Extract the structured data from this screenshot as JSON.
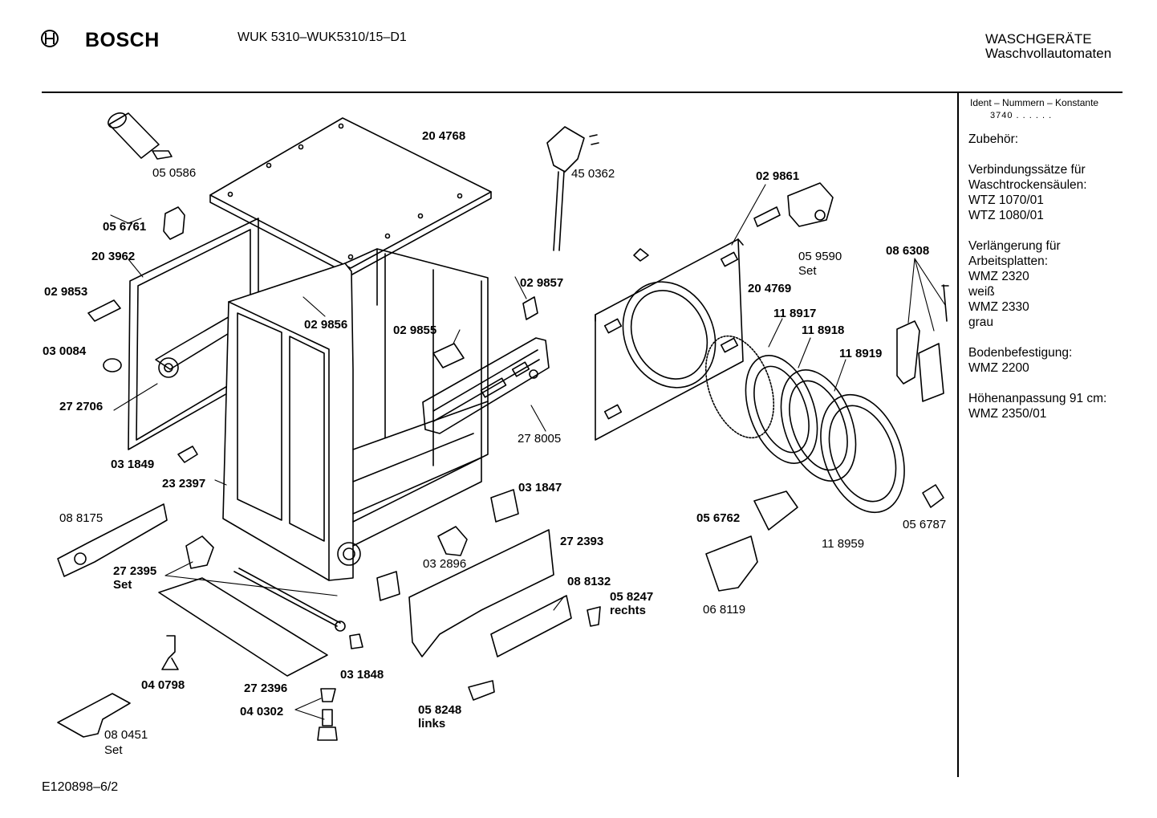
{
  "header": {
    "brand": "BOSCH",
    "model": "WUK 5310–WUK5310/15–D1",
    "category": "WASCHGERÄTE",
    "subcategory": "Waschvollautomaten"
  },
  "footer": {
    "code": "E120898–6/2"
  },
  "sidebar": {
    "ident_label": "Ident – Nummern – Konstante",
    "ident_value": "3740 . . . . . .",
    "lines": [
      "Zubehör:",
      "",
      "Verbindungssätze für",
      "Waschtrockensäulen:",
      "WTZ 1070/01",
      "WTZ 1080/01",
      "",
      "Verlängerung für",
      "Arbeitsplatten:",
      "WMZ 2320",
      "weiß",
      "WMZ 2330",
      "grau",
      "",
      "Bodenbefestigung:",
      "WMZ 2200",
      "",
      "Höhenanpassung 91 cm:",
      "WMZ 2350/01"
    ]
  },
  "parts": [
    {
      "id": "p204768",
      "text": "20 4768",
      "bold": true
    },
    {
      "id": "p050586",
      "text": "05 0586",
      "bold": false
    },
    {
      "id": "p450362",
      "text": "45 0362",
      "bold": false
    },
    {
      "id": "p029861",
      "text": "02 9861",
      "bold": true
    },
    {
      "id": "p056761",
      "text": "05 6761",
      "bold": true
    },
    {
      "id": "p059590",
      "text": "05 9590",
      "bold": false
    },
    {
      "id": "p059590set",
      "text": "Set",
      "bold": false
    },
    {
      "id": "p203962",
      "text": "20 3962",
      "bold": true
    },
    {
      "id": "p086308",
      "text": "08 6308",
      "bold": true
    },
    {
      "id": "p029853",
      "text": "02 9853",
      "bold": true
    },
    {
      "id": "p029857",
      "text": "02 9857",
      "bold": true
    },
    {
      "id": "p204769",
      "text": "20 4769",
      "bold": true
    },
    {
      "id": "p029856",
      "text": "02 9856",
      "bold": true
    },
    {
      "id": "p118917",
      "text": "11 8917",
      "bold": true
    },
    {
      "id": "p029855",
      "text": "02 9855",
      "bold": true
    },
    {
      "id": "p118918",
      "text": "11 8918",
      "bold": true
    },
    {
      "id": "p030084",
      "text": "03 0084",
      "bold": true
    },
    {
      "id": "p118919",
      "text": "11 8919",
      "bold": true
    },
    {
      "id": "p272706",
      "text": "27 2706",
      "bold": true
    },
    {
      "id": "p278005",
      "text": "27 8005",
      "bold": false
    },
    {
      "id": "p031849",
      "text": "03 1849",
      "bold": true
    },
    {
      "id": "p232397",
      "text": "23 2397",
      "bold": true
    },
    {
      "id": "p031847",
      "text": "03 1847",
      "bold": true
    },
    {
      "id": "p088175",
      "text": "08 8175",
      "bold": false
    },
    {
      "id": "p056762",
      "text": "05 6762",
      "bold": true
    },
    {
      "id": "p056787",
      "text": "05 6787",
      "bold": false
    },
    {
      "id": "p272393",
      "text": "27 2393",
      "bold": true
    },
    {
      "id": "p118959",
      "text": "11 8959",
      "bold": false
    },
    {
      "id": "p032896",
      "text": "03 2896",
      "bold": false
    },
    {
      "id": "p272395",
      "text": "27 2395",
      "bold": true
    },
    {
      "id": "p272395set",
      "text": "Set",
      "bold": true
    },
    {
      "id": "p088132",
      "text": "08 8132",
      "bold": true
    },
    {
      "id": "p058247",
      "text": "05 8247",
      "bold": true
    },
    {
      "id": "p058247r",
      "text": "rechts",
      "bold": true
    },
    {
      "id": "p068119",
      "text": "06 8119",
      "bold": false
    },
    {
      "id": "p040798",
      "text": "04 0798",
      "bold": true
    },
    {
      "id": "p031848",
      "text": "03 1848",
      "bold": true
    },
    {
      "id": "p272396",
      "text": "27 2396",
      "bold": true
    },
    {
      "id": "p040302",
      "text": "04 0302",
      "bold": true
    },
    {
      "id": "p058248",
      "text": "05 8248",
      "bold": true
    },
    {
      "id": "p058248l",
      "text": "links",
      "bold": true
    },
    {
      "id": "p080451",
      "text": "08 0451",
      "bold": false
    },
    {
      "id": "p080451set",
      "text": "Set",
      "bold": false
    }
  ]
}
